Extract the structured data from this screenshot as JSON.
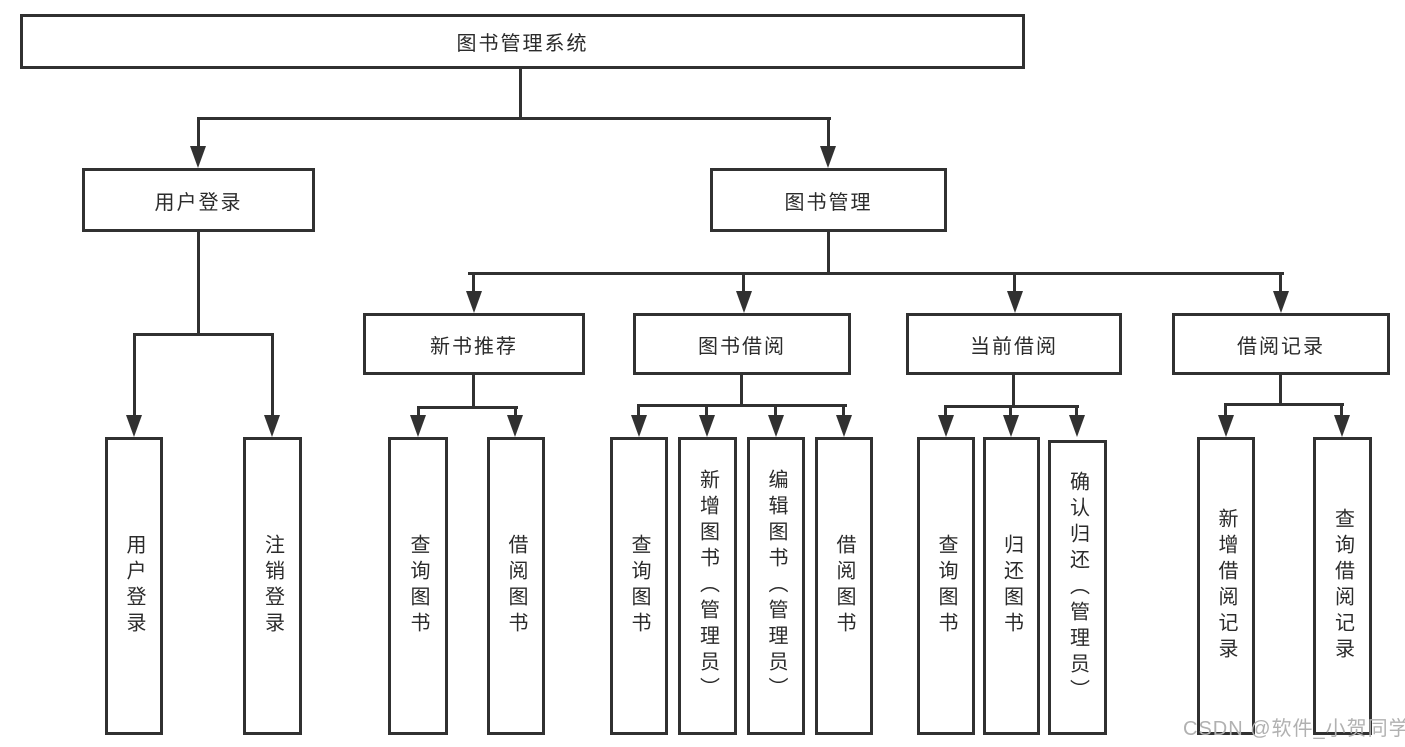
{
  "diagram": {
    "tree": {
      "label": "图书管理系统",
      "children": [
        {
          "label": "用户登录",
          "children": [
            {
              "label": "用户登录"
            },
            {
              "label": "注销登录"
            }
          ]
        },
        {
          "label": "图书管理",
          "children": [
            {
              "label": "新书推荐",
              "children": [
                {
                  "label": "查询图书"
                },
                {
                  "label": "借阅图书"
                }
              ]
            },
            {
              "label": "图书借阅",
              "children": [
                {
                  "label": "查询图书"
                },
                {
                  "label": "新增图书（管理员）"
                },
                {
                  "label": "编辑图书（管理员）"
                },
                {
                  "label": "借阅图书"
                }
              ]
            },
            {
              "label": "当前借阅",
              "children": [
                {
                  "label": "查询图书"
                },
                {
                  "label": "归还图书"
                },
                {
                  "label": "确认归还（管理员）"
                }
              ]
            },
            {
              "label": "借阅记录",
              "children": [
                {
                  "label": "新增借阅记录"
                },
                {
                  "label": "查询借阅记录"
                }
              ]
            }
          ]
        }
      ]
    },
    "watermark": "CSDN @软件_小贺同学",
    "colors": {
      "line": "#313131",
      "text": "#2b2b2b",
      "watermark": "#b1b1b1",
      "background": "#ffffff"
    }
  }
}
